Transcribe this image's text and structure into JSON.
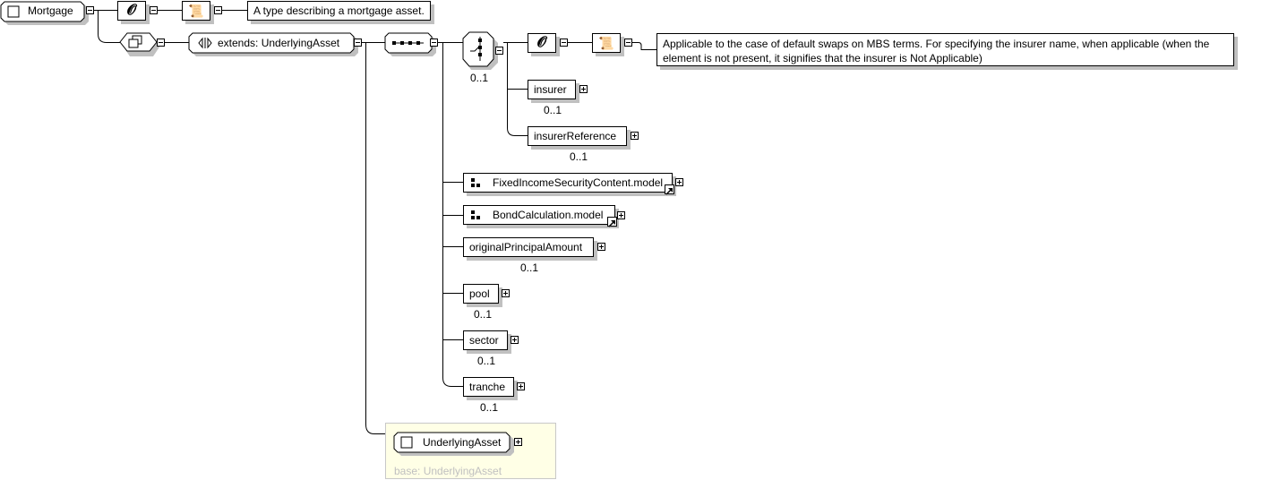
{
  "root": {
    "name": "Mortgage",
    "documentation": "A type describing a mortgage asset.",
    "complex_type_label": "extends: UnderlyingAsset",
    "sequence_label": "sequence"
  },
  "choice": {
    "cardinality": "0..1",
    "documentation": "Applicable to the case of default swaps on MBS terms. For specifying the insurer name, when applicable (when the element is not present, it signifies that the insurer is Not Applicable)",
    "items": [
      {
        "name": "insurer",
        "cardinality": "0..1"
      },
      {
        "name": "insurerReference",
        "cardinality": "0..1"
      }
    ]
  },
  "sequence_items": [
    {
      "name": "FixedIncomeSecurityContent.model",
      "kind": "group-ref"
    },
    {
      "name": "BondCalculation.model",
      "kind": "group-ref"
    },
    {
      "name": "originalPrincipalAmount",
      "cardinality": "0..1"
    },
    {
      "name": "pool",
      "cardinality": "0..1"
    },
    {
      "name": "sector",
      "cardinality": "0..1"
    },
    {
      "name": "tranche",
      "cardinality": "0..1"
    }
  ],
  "base_type": {
    "name": "UnderlyingAsset",
    "base_label": "base: UnderlyingAsset"
  },
  "colors": {
    "extension_bg": "#ffffe6",
    "shadow": "#c0c0c0",
    "base_text": "#c0c0c0"
  }
}
